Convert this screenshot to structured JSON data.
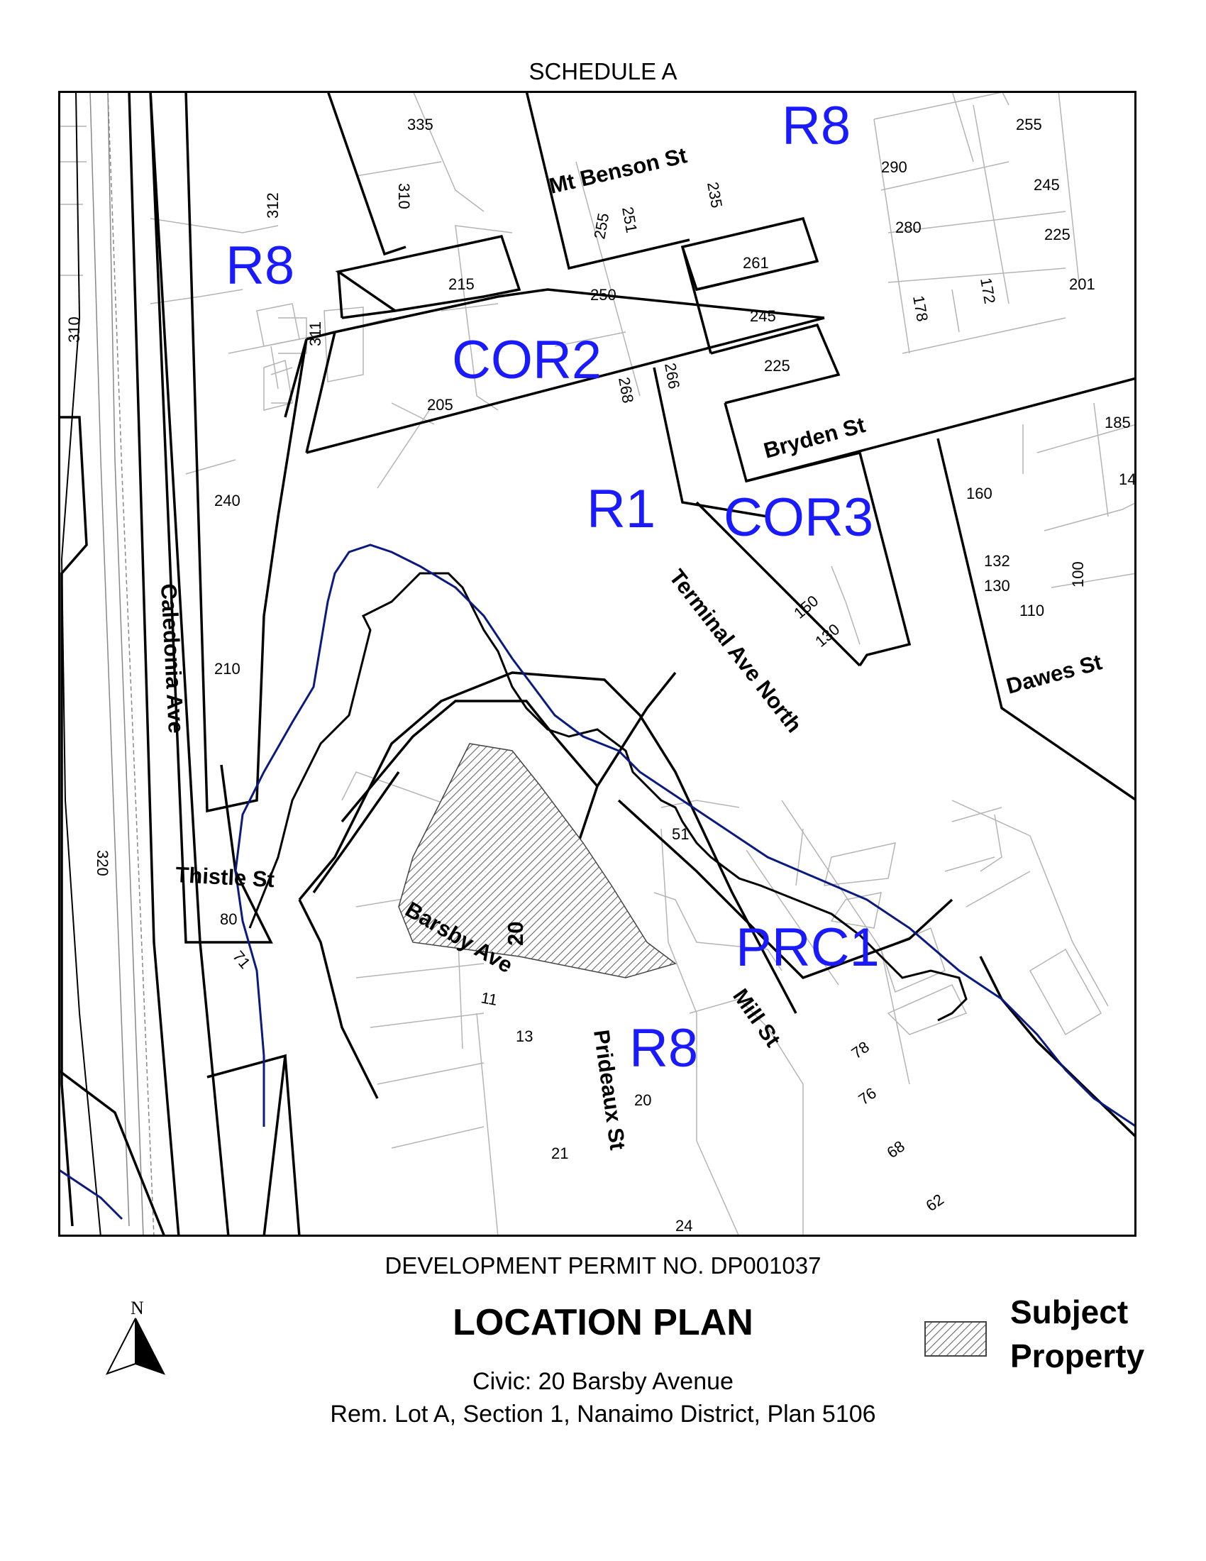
{
  "header": {
    "schedule": "SCHEDULE A"
  },
  "zones": {
    "r8_top": "R8",
    "r8_left": "R8",
    "cor2": "COR2",
    "r1": "R1",
    "cor3": "COR3",
    "prc1": "PRC1",
    "r8_bottom": "R8"
  },
  "streets": {
    "mt_benson": "Mt Benson St",
    "bryden": "Bryden St",
    "caledonia": "Caledonia Ave",
    "terminal": "Terminal Ave North",
    "dawes": "Dawes St",
    "thistle": "Thistle St",
    "barsby": "Barsby Ave",
    "prideaux": "Prideaux St",
    "mill": "Mill St"
  },
  "subject_civic_label": "20",
  "lot_numbers": {
    "n335": "335",
    "n310a": "310",
    "n312": "312",
    "n255a": "255",
    "n251": "251",
    "n235": "235",
    "n290": "290",
    "n280": "280",
    "n255b": "255",
    "n245a": "245",
    "n225a": "225",
    "n201": "201",
    "n178": "178",
    "n172": "172",
    "n261": "261",
    "n250": "250",
    "n245b": "245",
    "n225b": "225",
    "n215": "215",
    "n311": "311",
    "n310b": "310",
    "n205": "205",
    "n268": "268",
    "n266": "266",
    "n185": "185",
    "n14": "14",
    "n160": "160",
    "n132": "132",
    "n130a": "130",
    "n110": "110",
    "n100": "100",
    "n240": "240",
    "n210": "210",
    "n150": "150",
    "n130b": "130",
    "n51": "51",
    "n320": "320",
    "n80": "80",
    "n71": "71",
    "n11": "11",
    "n13": "13",
    "n20": "20",
    "n21": "21",
    "n24": "24",
    "n78": "78",
    "n76": "76",
    "n68": "68",
    "n62": "62"
  },
  "footer": {
    "dp_number": "DEVELOPMENT PERMIT NO. DP001037",
    "plan_title": "LOCATION PLAN",
    "civic": "Civic: 20 Barsby Avenue",
    "legal": "Rem. Lot A, Section 1, Nanaimo District, Plan 5106",
    "north_label": "N"
  },
  "legend": {
    "line1": "Subject",
    "line2": "Property"
  },
  "colors": {
    "zone_label": "#1a1aff",
    "shoreline": "#0a1a80",
    "lot_line": "#000000",
    "minor_line": "#b4b4b4"
  }
}
